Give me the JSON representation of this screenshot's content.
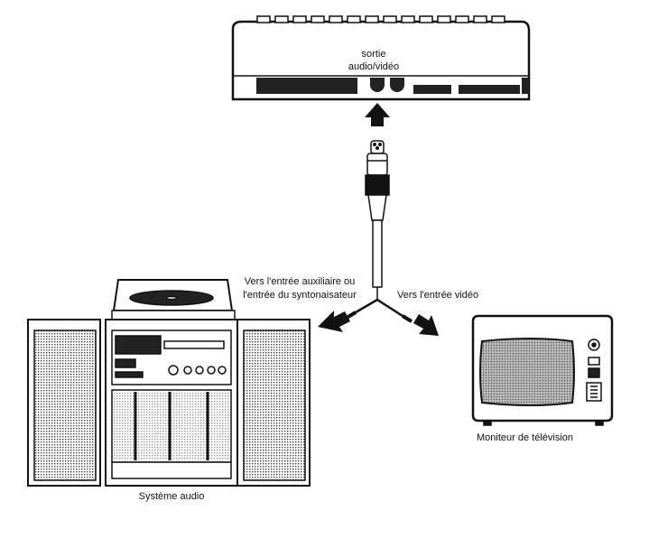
{
  "labels": {
    "computer_port_line1": "sortie",
    "computer_port_line2": "audio/vidéo",
    "audio_input_line1": "Vers l'entrée auxiliaire ou",
    "audio_input_line2": "l'entrée du syntonaisateur",
    "video_input": "Vers l'entrée vidéo",
    "tv": "Moniteur de télévision",
    "audio_system": "Système audio"
  },
  "icons": [
    "computer-rear-panel",
    "up-arrow-icon",
    "din-plug",
    "audio-system",
    "television-monitor"
  ]
}
